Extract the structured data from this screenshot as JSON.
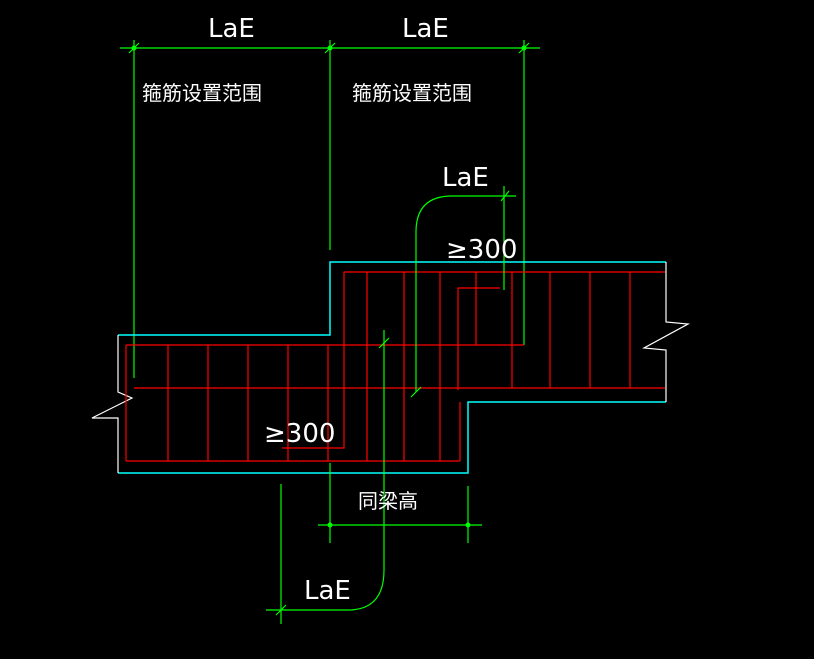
{
  "colors": {
    "background": "#000000",
    "dimension": "#00ff00",
    "concrete_outline": "#00ffff",
    "rebar": "#ff0000",
    "text": "#ffffff"
  },
  "labels": {
    "lae_top_left": "LaE",
    "lae_top_right": "LaE",
    "zone_left": "箍筋设置范围",
    "zone_right": "箍筋设置范围",
    "lae_upper_hook": "LaE",
    "ge300_upper": "≥300",
    "ge300_lower": "≥300",
    "same_beam_height": "同梁高",
    "lae_lower_hook": "LaE"
  }
}
